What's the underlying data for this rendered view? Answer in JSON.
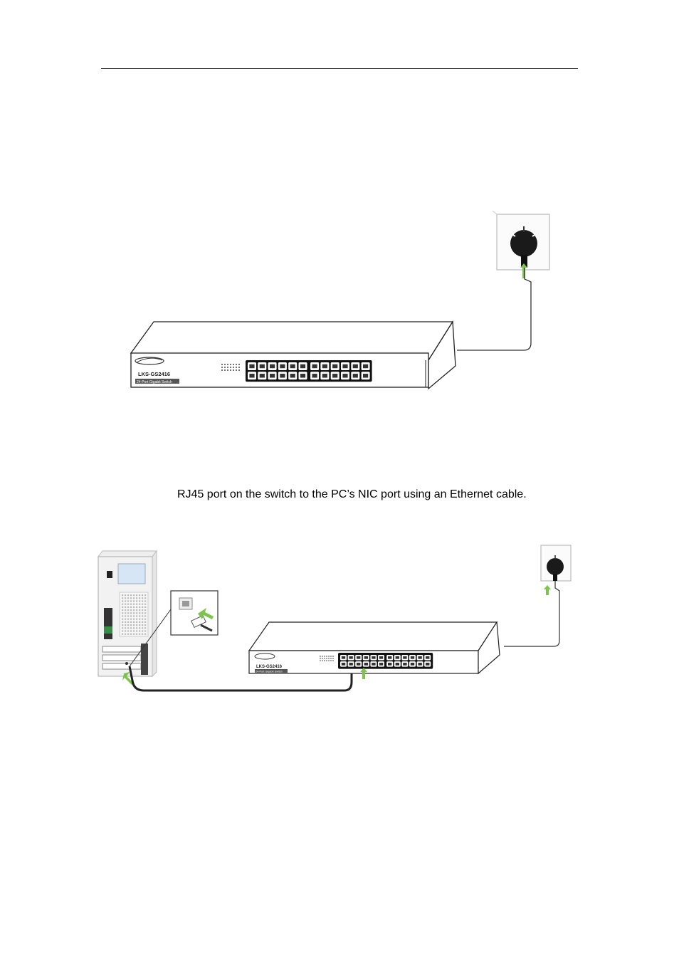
{
  "body_text": "RJ45 port on the switch to the PC’s NIC port using an Ethernet cable.",
  "figure1": {
    "switch_model": "LKS-GS2416",
    "switch_description": "24-Port Gigabit Switch"
  },
  "figure2": {
    "switch_model": "LKS-GS2416",
    "switch_description": "24-Port Gigabit Switch"
  },
  "colors": {
    "line": "#222222",
    "arrow": "#7cc44a",
    "port": "#333333",
    "label_bar": "#555555"
  }
}
